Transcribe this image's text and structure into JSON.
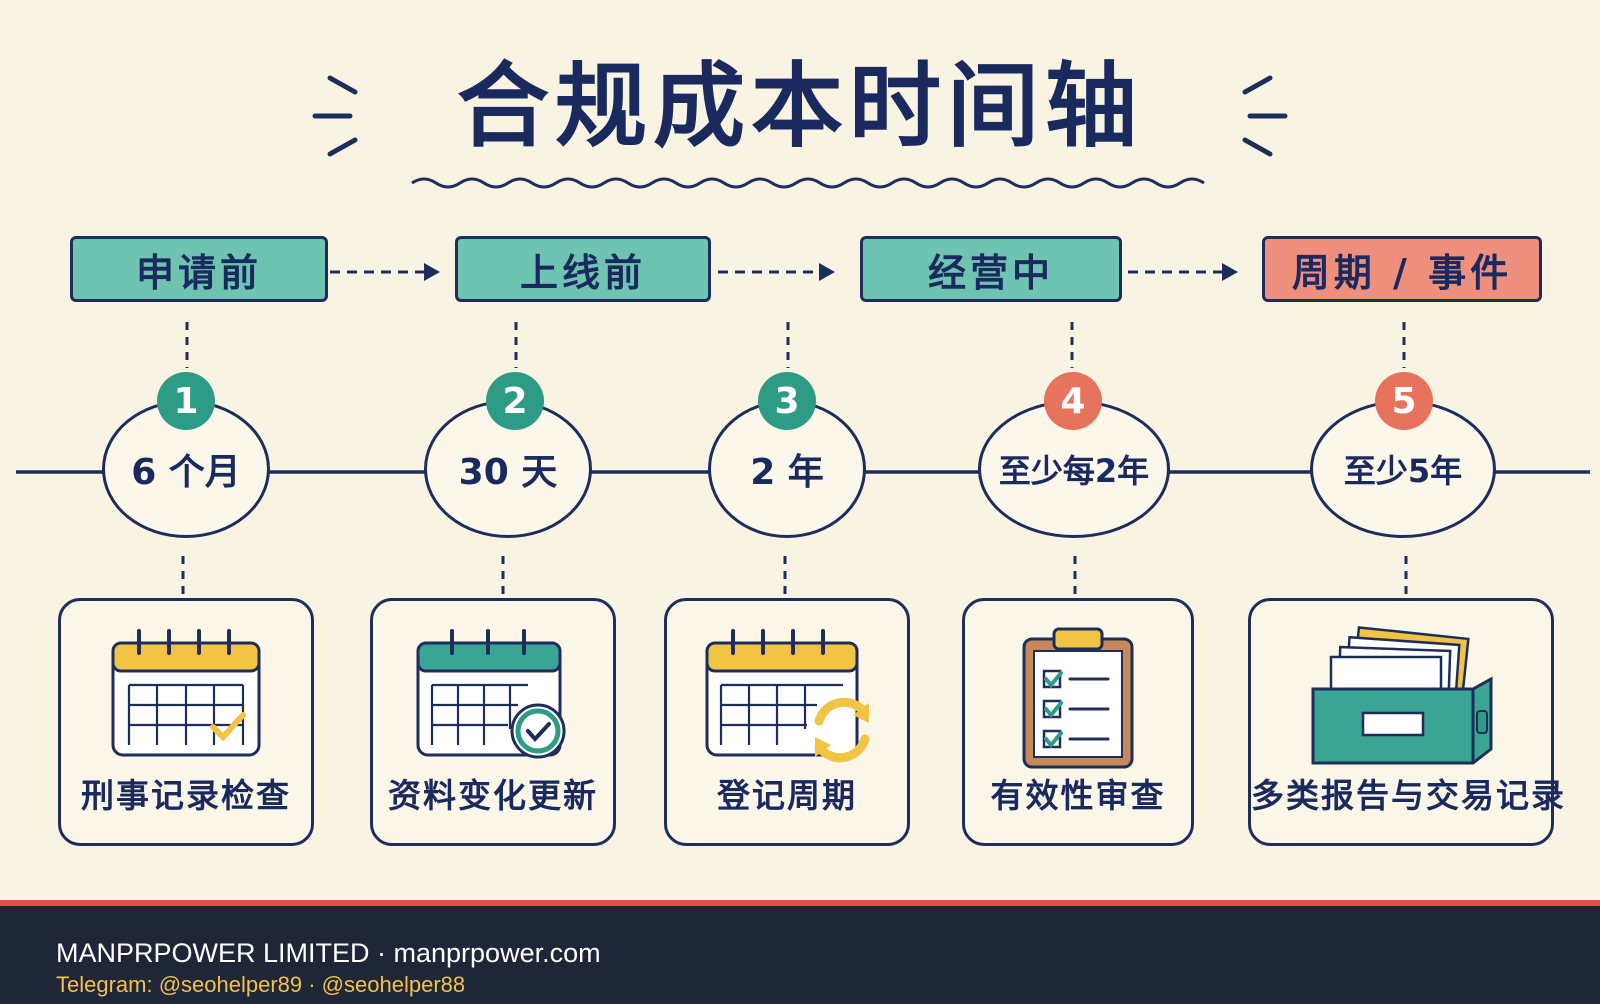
{
  "title": "合规成本时间轴",
  "phases": [
    {
      "label": "申请前"
    },
    {
      "label": "上线前"
    },
    {
      "label": "经营中"
    },
    {
      "label": "周期 / 事件"
    }
  ],
  "steps": [
    {
      "number": "1",
      "period": "6 个月",
      "item": "刑事记录检查",
      "icon": "calendar-check-icon"
    },
    {
      "number": "2",
      "period": "30 天",
      "item": "资料变化更新",
      "icon": "calendar-checkmark-badge-icon"
    },
    {
      "number": "3",
      "period": "2 年",
      "item": "登记周期",
      "icon": "calendar-refresh-icon"
    },
    {
      "number": "4",
      "period": "至少每2年",
      "item": "有效性审查",
      "icon": "clipboard-checklist-icon"
    },
    {
      "number": "5",
      "period": "至少5年",
      "item": "多类报告与交易记录",
      "icon": "file-box-icon"
    }
  ],
  "footer": {
    "company": "MANPRPOWER LIMITED · manprpower.com",
    "contacts": "Telegram: @seohelper89 · @seohelper88"
  },
  "colors": {
    "background": "#f8f3e3",
    "ink": "#1c2a5c",
    "teal": "#6ec4b1",
    "teal_dark": "#2e9b87",
    "coral": "#ef8f7d",
    "coral_dark": "#e8735c",
    "yellow": "#f2c443",
    "footer_bg": "#1f2637",
    "footer_accent": "#e0504a"
  }
}
